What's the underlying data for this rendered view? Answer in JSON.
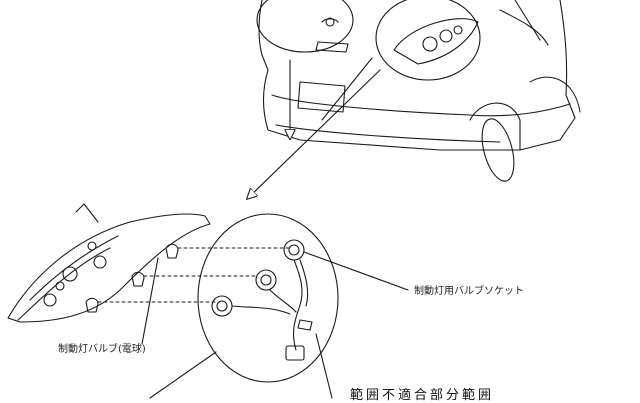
{
  "labels": {
    "bulb_socket": "制動灯用バルブソケット",
    "bulb": "制動灯バルブ(電球)",
    "bottom_partial": "範囲不適合部分範囲"
  },
  "colors": {
    "line": "#1a1a1a",
    "background": "#ffffff"
  }
}
